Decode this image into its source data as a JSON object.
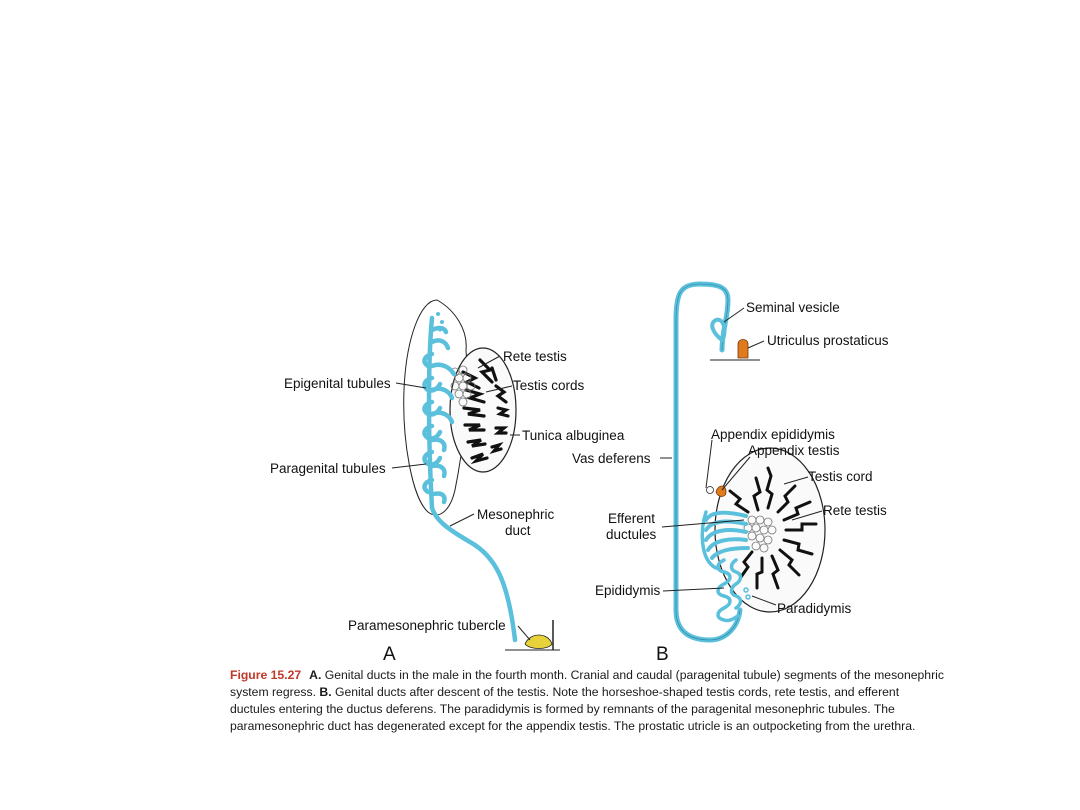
{
  "panel_a": {
    "letter": "A",
    "labels": {
      "rete_testis": "Rete testis",
      "testis_cords": "Testis cords",
      "epigenital_tubules": "Epigenital tubules",
      "tunica_albuginea": "Tunica albuginea",
      "paragenital_tubules": "Paragenital tubules",
      "mesonephric_duct_1": "Mesonephric",
      "mesonephric_duct_2": "duct",
      "paramesonephric_tubercle": "Paramesonephric tubercle"
    }
  },
  "panel_b": {
    "letter": "B",
    "labels": {
      "seminal_vesicle": "Seminal vesicle",
      "utriculus_prostaticus": "Utriculus prostaticus",
      "appendix_epididymis": "Appendix epididymis",
      "appendix_testis": "Appendix testis",
      "vas_deferens": "Vas deferens",
      "testis_cord": "Testis cord",
      "rete_testis": "Rete testis",
      "efferent_ductules_1": "Efferent",
      "efferent_ductules_2": "ductules",
      "epididymis": "Epididymis",
      "paradidymis": "Paradidymis"
    }
  },
  "caption": {
    "figure_number": "Figure 15.27",
    "a_marker": "A.",
    "a_text": " Genital ducts in the male in the fourth month. Cranial and caudal (paragenital tubule) segments of the mesonephric system regress. ",
    "b_marker": "B.",
    "b_text": " Genital ducts after descent of the testis. Note the horseshoe-shaped testis cords, rete testis, and efferent ductules entering the ductus deferens. The paradidymis is formed by remnants of the paragenital mesonephric tubules. The paramesonephric duct has degenerated except for the appendix testis. The prostatic utricle is an outpocketing from the urethra."
  },
  "colors": {
    "duct_blue": "#5bc0dc",
    "cord_black": "#111111",
    "tubercle_yellow": "#e8d23c",
    "appendix_orange": "#e07a1e"
  }
}
